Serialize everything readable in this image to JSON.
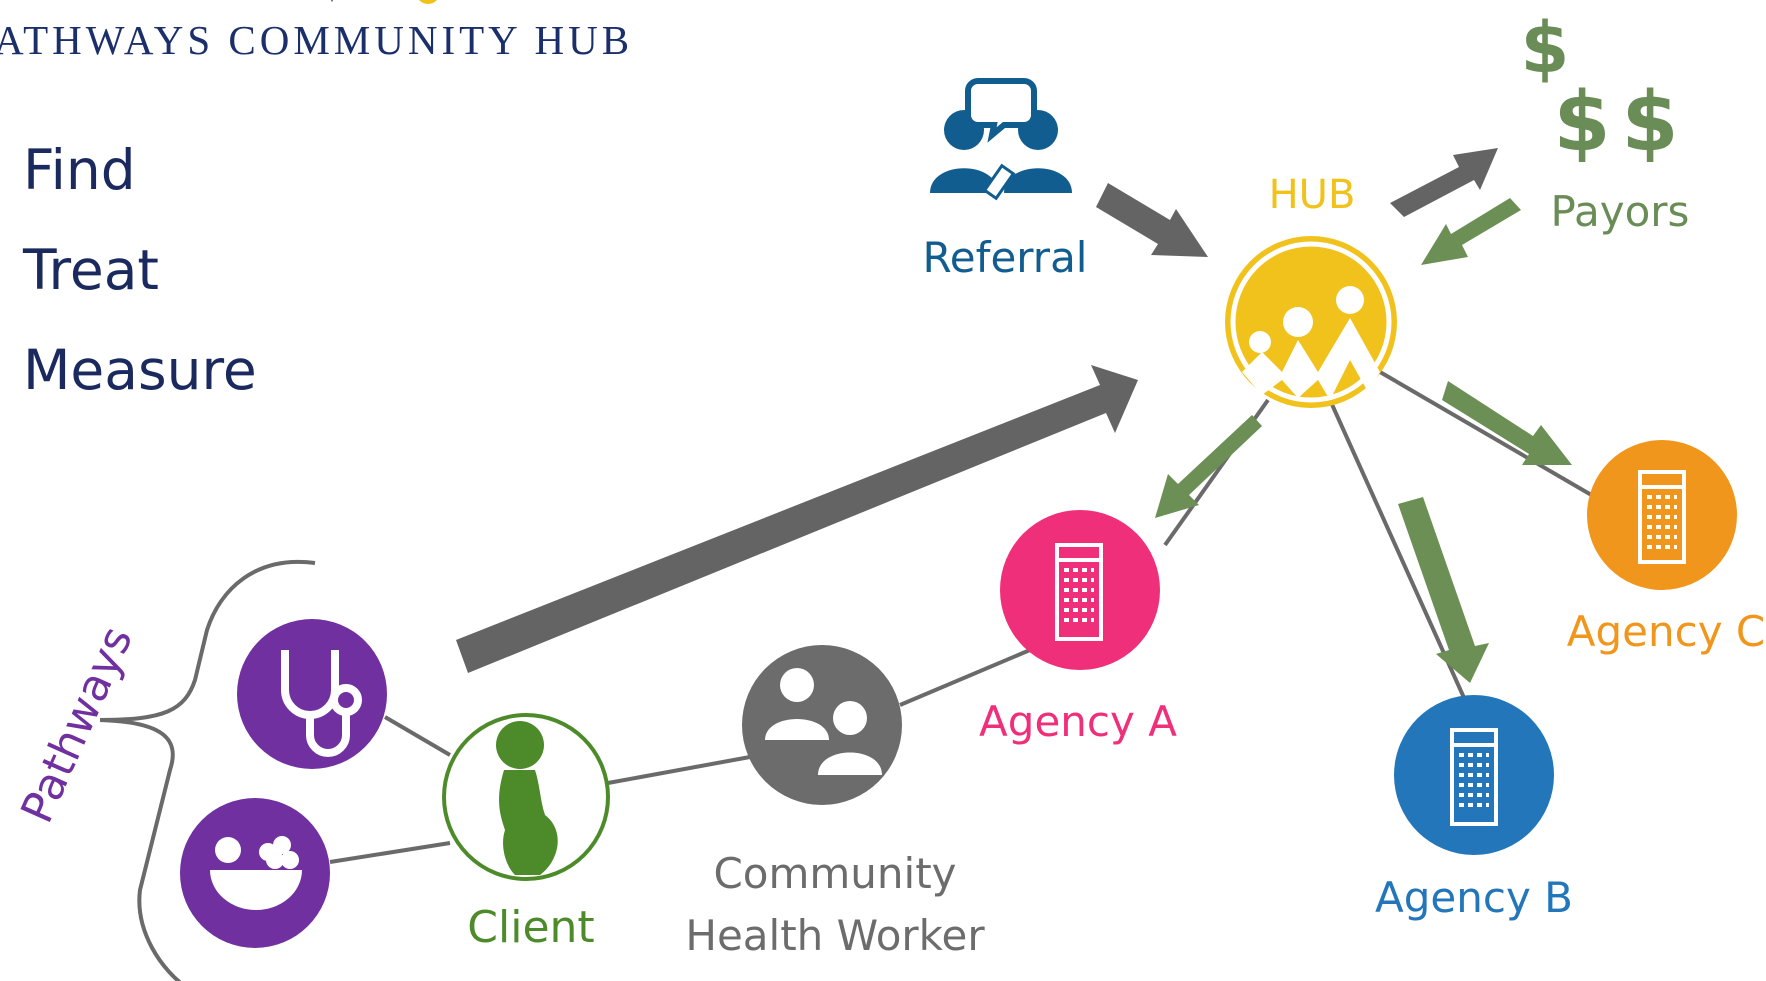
{
  "logo": {
    "subtitle": "ATHWAYS COMMUNITY HUB"
  },
  "steps": [
    ". Find",
    ". Treat",
    ". Measure"
  ],
  "nodes": {
    "referral": "Referral",
    "hub": "HUB",
    "payors": "Payors",
    "agency_a": "Agency A",
    "agency_b": "Agency B",
    "agency_c": "Agency C",
    "client": "Client",
    "chw_line1": "Community",
    "chw_line2": "Health Worker",
    "pathways": "Pathways"
  },
  "colors": {
    "navy": "#1b2a5e",
    "referral_blue": "#125d8f",
    "hub_yellow": "#f1c21b",
    "payors_green": "#6a8c57",
    "arrow_green": "#6b8f55",
    "arrow_gray": "#646464",
    "agency_a_pink": "#ef2f79",
    "agency_b_blue": "#2276b9",
    "agency_c_orange": "#f1961c",
    "client_green": "#4d8b2a",
    "pathway_purple": "#7030a0",
    "chw_gray": "#6c6c6c"
  },
  "icons": [
    "referral-people-icon",
    "dollar-signs-icon",
    "hub-logo-icon",
    "building-icon",
    "stethoscope-icon",
    "fruit-bowl-icon",
    "pregnant-woman-icon",
    "two-people-icon"
  ]
}
